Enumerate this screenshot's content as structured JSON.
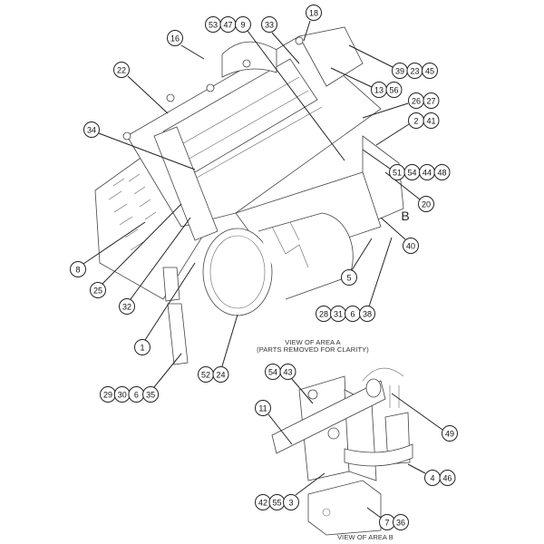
{
  "diagram": {
    "callouts": [
      {
        "id": "c16",
        "numbers": [
          "16"
        ]
      },
      {
        "id": "c53",
        "numbers": [
          "53",
          "47",
          "9"
        ]
      },
      {
        "id": "c33",
        "numbers": [
          "33"
        ]
      },
      {
        "id": "c18",
        "numbers": [
          "18"
        ]
      },
      {
        "id": "c22",
        "numbers": [
          "22"
        ]
      },
      {
        "id": "c39",
        "numbers": [
          "39",
          "23",
          "45"
        ]
      },
      {
        "id": "c13",
        "numbers": [
          "13",
          "56"
        ]
      },
      {
        "id": "c26",
        "numbers": [
          "26",
          "27"
        ]
      },
      {
        "id": "c2",
        "numbers": [
          "2",
          "41"
        ]
      },
      {
        "id": "c34",
        "numbers": [
          "34"
        ]
      },
      {
        "id": "c51",
        "numbers": [
          "51",
          "54",
          "44",
          "48"
        ]
      },
      {
        "id": "c20",
        "numbers": [
          "20"
        ]
      },
      {
        "id": "c40",
        "numbers": [
          "40"
        ]
      },
      {
        "id": "c8",
        "numbers": [
          "8"
        ]
      },
      {
        "id": "c25",
        "numbers": [
          "25"
        ]
      },
      {
        "id": "c5",
        "numbers": [
          "5"
        ]
      },
      {
        "id": "c32",
        "numbers": [
          "32"
        ]
      },
      {
        "id": "c28",
        "numbers": [
          "28",
          "31",
          "6",
          "38"
        ]
      },
      {
        "id": "c1",
        "numbers": [
          "1"
        ]
      },
      {
        "id": "c52",
        "numbers": [
          "52",
          "24"
        ]
      },
      {
        "id": "c29",
        "numbers": [
          "29",
          "30",
          "6",
          "35"
        ]
      },
      {
        "id": "c54",
        "numbers": [
          "54",
          "43"
        ]
      },
      {
        "id": "c11",
        "numbers": [
          "11"
        ]
      },
      {
        "id": "c49",
        "numbers": [
          "49"
        ]
      },
      {
        "id": "c4",
        "numbers": [
          "4",
          "46"
        ]
      },
      {
        "id": "c42",
        "numbers": [
          "42",
          "55",
          "3"
        ]
      },
      {
        "id": "c7",
        "numbers": [
          "7",
          "36"
        ]
      }
    ],
    "area_b_marker": "B",
    "captions": {
      "view_a": "VIEW OF AREA A",
      "view_a_note": "(PARTS REMOVED FOR CLARITY)",
      "view_b": "VIEW OF AREA B"
    }
  }
}
